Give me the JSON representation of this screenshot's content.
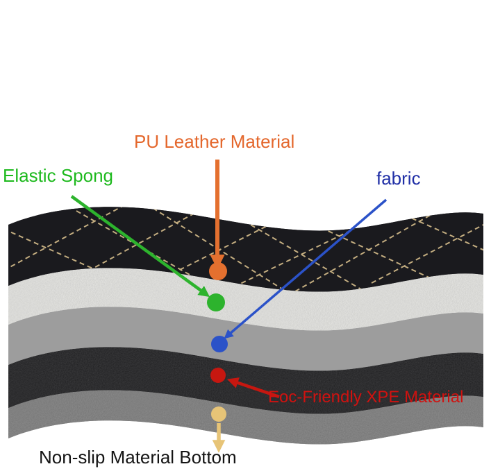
{
  "labels": {
    "pu_leather": {
      "text": "PU Leather Material",
      "color": "#e4672c"
    },
    "elastic_sponge": {
      "text": "Elastic Spong",
      "color": "#1db91d"
    },
    "fabric": {
      "text": "fabric",
      "color": "#202fa6"
    },
    "xpe": {
      "text": "Eoc-Friendly XPE Material",
      "color": "#d01210"
    },
    "non_slip": {
      "text": "Non-slip Material Bottom",
      "color": "#141414"
    }
  },
  "layers": [
    {
      "name": "PU leather top layer",
      "color": "#1a1a1e"
    },
    {
      "name": "elastic sponge layer",
      "color": "#e8e8e5"
    },
    {
      "name": "fabric layer",
      "color": "#9d9d9d"
    },
    {
      "name": "XPE foam layer",
      "color": "#1f1f21"
    },
    {
      "name": "non-slip bottom layer",
      "color": "#8d8d8d"
    }
  ],
  "stitch": {
    "color": "#d8bf8c"
  },
  "connectors": {
    "pu_leather": "#e4702f",
    "elastic_sponge": "#2db32d",
    "fabric": "#2b52c8",
    "xpe": "#c61710",
    "non_slip": "#e7c477"
  },
  "dots": {
    "pu_leather": "#e4702f",
    "elastic_sponge": "#2db32d",
    "fabric": "#2b52c8",
    "xpe": "#c61710",
    "non_slip": "#e7c477"
  }
}
